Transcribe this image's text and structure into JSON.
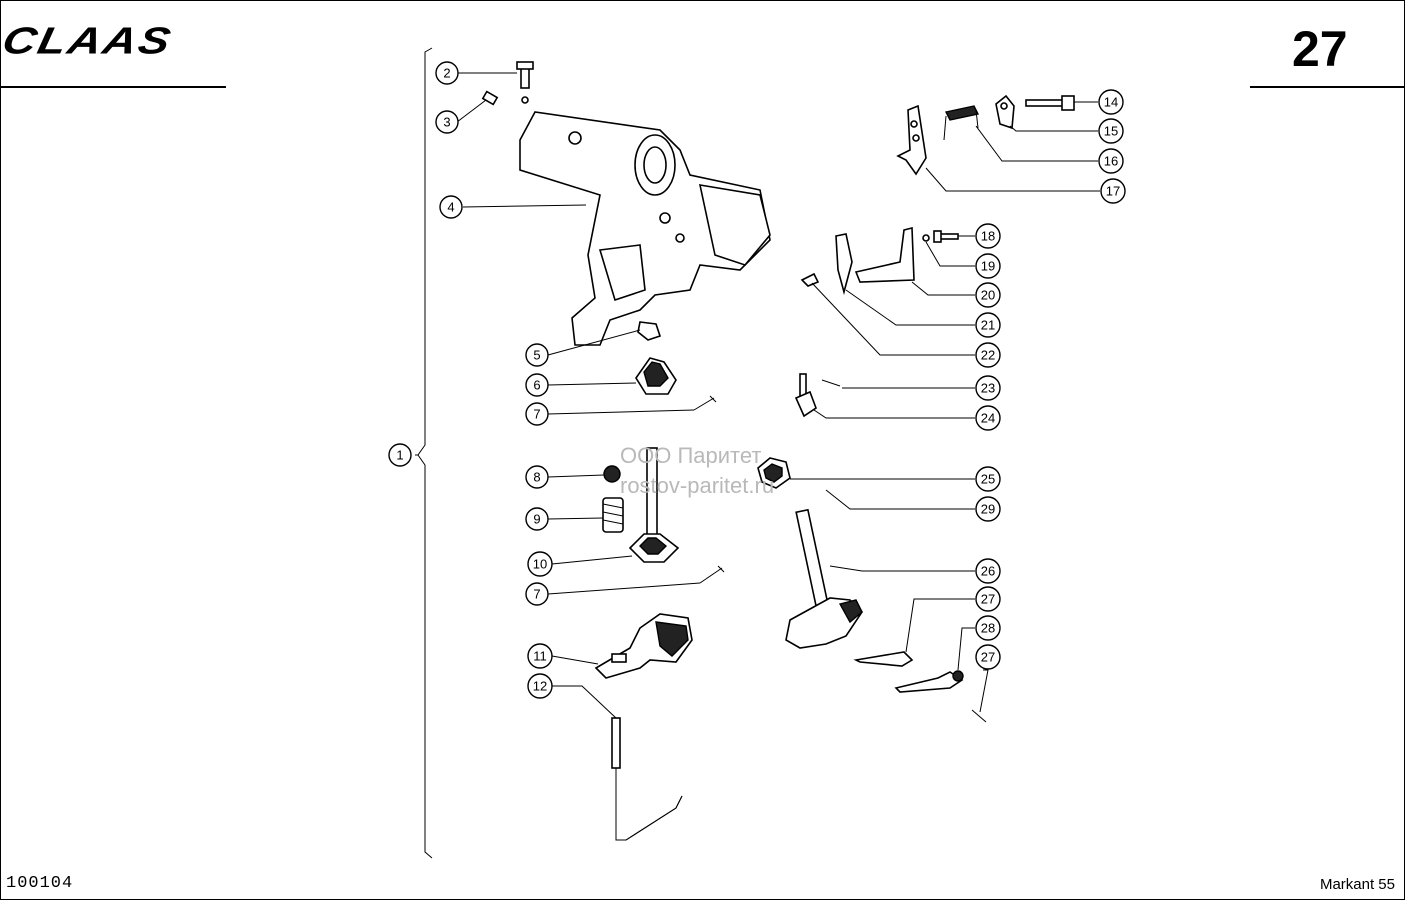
{
  "header": {
    "brand": "CLAAS",
    "page_number": "27"
  },
  "footer": {
    "document_id": "100104",
    "model": "Markant 55"
  },
  "watermark": {
    "line1": "ООО Паритет",
    "line2": "rostov-paritet.ru"
  },
  "callouts": [
    "1",
    "2",
    "3",
    "4",
    "5",
    "6",
    "7",
    "8",
    "9",
    "10",
    "7",
    "11",
    "12",
    "14",
    "15",
    "16",
    "17",
    "18",
    "19",
    "20",
    "21",
    "22",
    "23",
    "24",
    "25",
    "29",
    "26",
    "27",
    "28",
    "27"
  ]
}
